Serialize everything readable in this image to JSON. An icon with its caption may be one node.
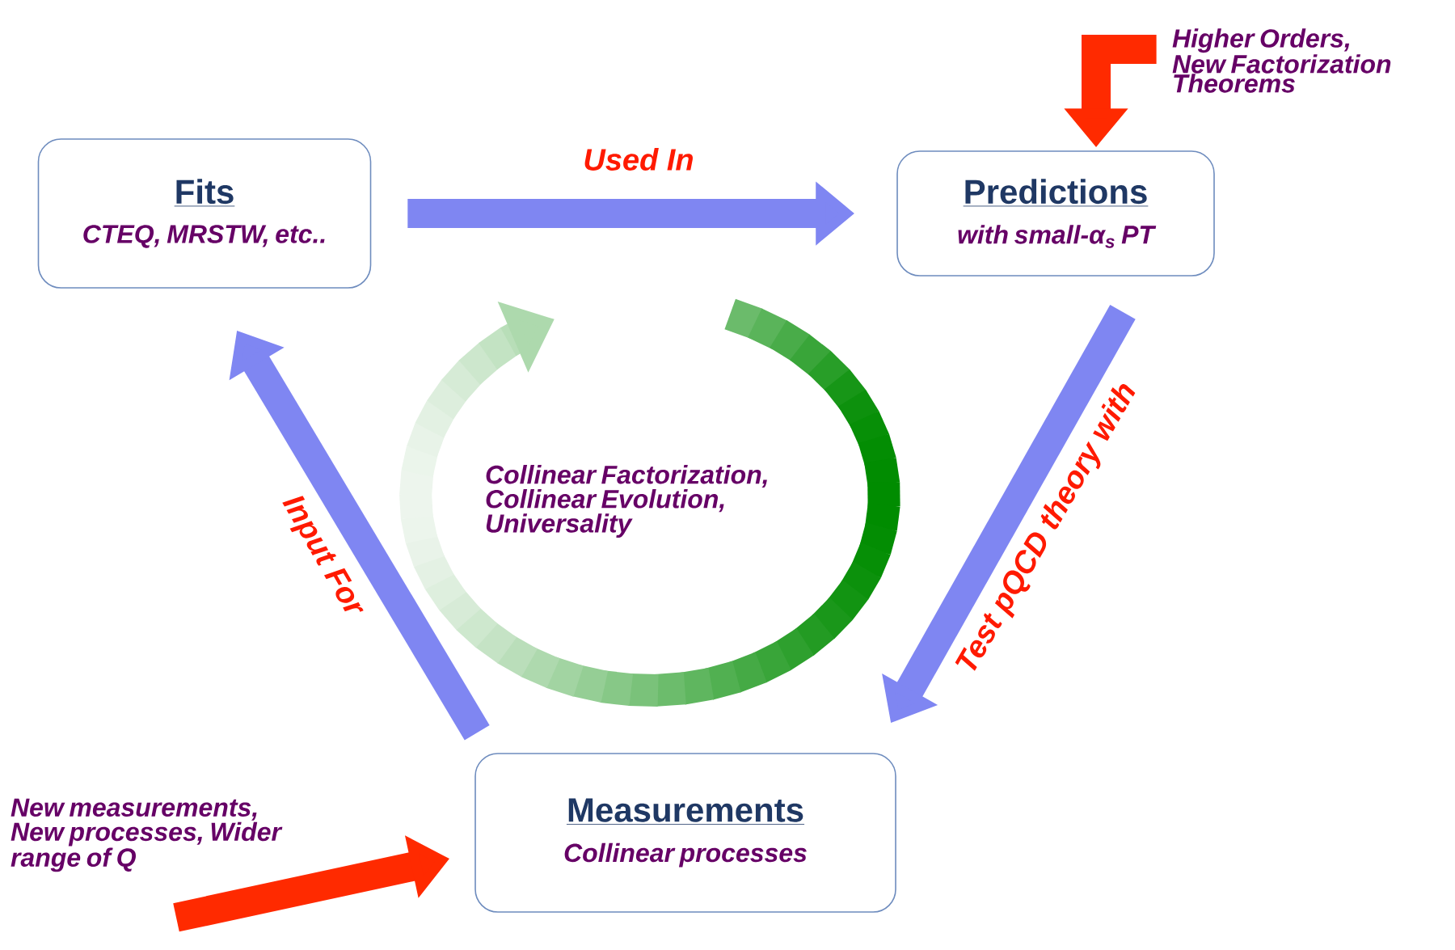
{
  "diagram": {
    "nodes": [
      {
        "text": [
          "Fits",
          "CTEQ, MRSTW, etc.."
        ]
      },
      {
        "text": [
          "Predictions",
          "with small-α$_{s}$ PT"
        ]
      },
      {
        "text": [
          "Measurements",
          "Collinear processes"
        ]
      },
      {
        "text": [
          "Higher Orders, New Factorization Theorems"
        ]
      },
      {
        "text": [
          "New measurements, New processes, Wider range of Q"
        ]
      }
    ],
    "edges": [
      {
        "from": 0,
        "to": 1,
        "arrow": "to",
        "label": "Used In"
      },
      {
        "from": 1,
        "to": 2,
        "arrow": "to",
        "label": "Test pQCD theory with"
      },
      {
        "from": 2,
        "to": 0,
        "arrow": "to",
        "label": "Input For"
      },
      {
        "from": 3,
        "to": 1,
        "arrow": "to",
        "color": "#ff2a00"
      },
      {
        "from": 4,
        "to": 2,
        "arrow": "to",
        "color": "#ff2a00"
      }
    ],
    "labels": [
      "Collinear Factorization, Collinear Evolution, Universality"
    ]
  }
}
